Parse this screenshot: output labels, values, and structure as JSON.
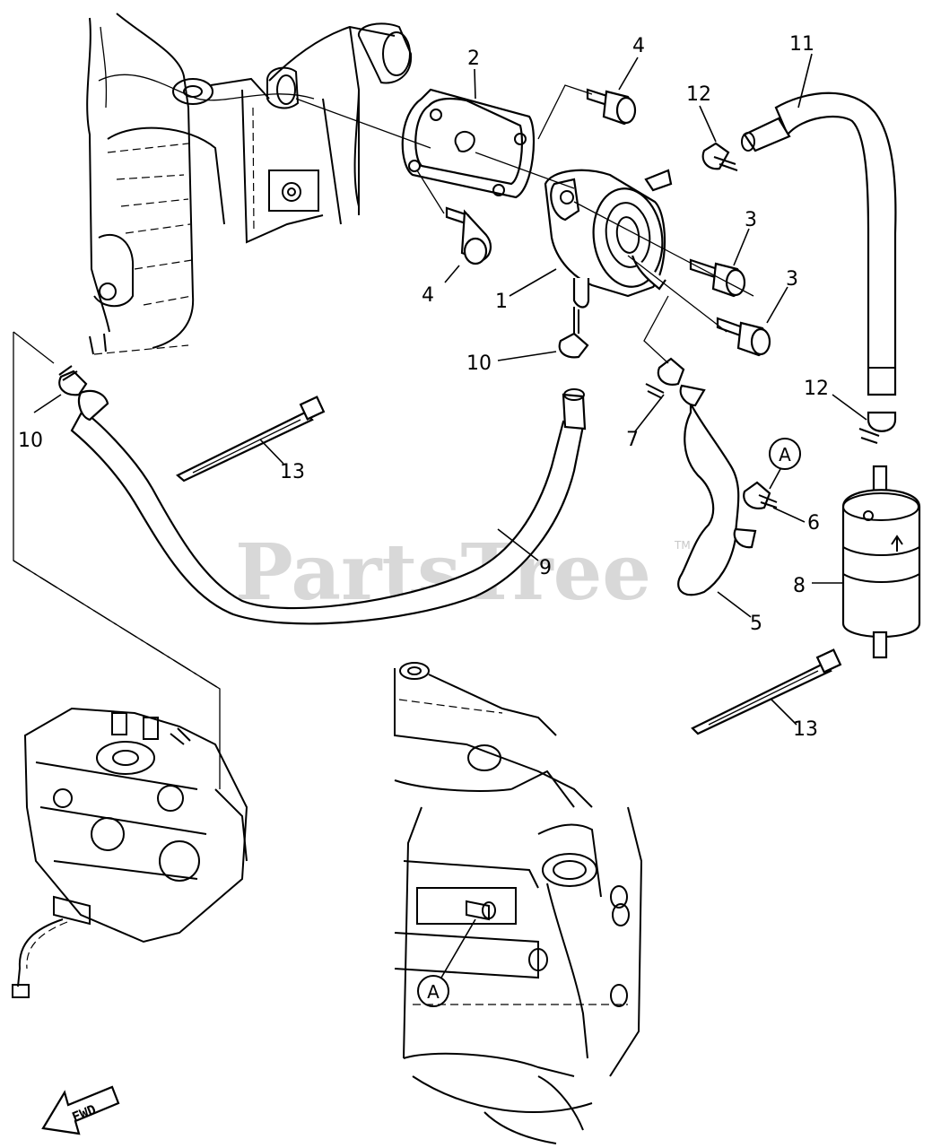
{
  "watermark": {
    "text": "PartsTree",
    "trademark": "TM"
  },
  "callouts": {
    "p1": "1",
    "p2": "2",
    "p3a": "3",
    "p3b": "3",
    "p4a": "4",
    "p4b": "4",
    "p5": "5",
    "p6": "6",
    "p7": "7",
    "p8": "8",
    "p9": "9",
    "p10a": "10",
    "p10b": "10",
    "p11": "11",
    "p12a": "12",
    "p12b": "12",
    "p13a": "13",
    "p13b": "13"
  },
  "reference_markers": {
    "upper": "A",
    "lower": "A"
  },
  "direction_badge": {
    "text": "FWD"
  }
}
